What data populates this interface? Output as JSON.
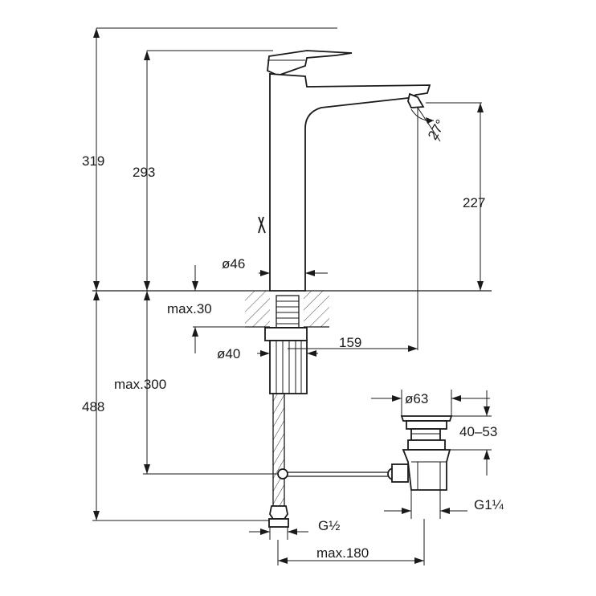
{
  "dimensions": {
    "total_height": "319",
    "spout_height": "293",
    "outlet_height": "227",
    "spout_angle": "27°",
    "body_diameter": "ø46",
    "max_thickness": "max.30",
    "shank_diameter": "ø40",
    "projection": "159",
    "below_height": "488",
    "max_hose": "max.300",
    "waste_diameter": "ø63",
    "waste_range": "40–53",
    "waste_thread": "G1¼",
    "hose_thread": "G½",
    "max_distance": "max.180"
  }
}
